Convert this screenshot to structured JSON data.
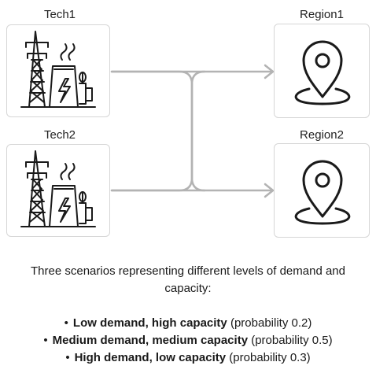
{
  "nodes": {
    "tech1": "Tech1",
    "tech2": "Tech2",
    "region1": "Region1",
    "region2": "Region2"
  },
  "icons": {
    "tech": "power-plant-icon",
    "region": "map-pin-icon"
  },
  "caption": "Three scenarios representing different levels of demand and capacity:",
  "scenarios": [
    {
      "name": "Low demand, high capacity",
      "prob": "(probability 0.2)"
    },
    {
      "name": "Medium demand, medium capacity",
      "prob": "(probability 0.5)"
    },
    {
      "name": "High demand, low capacity",
      "prob": "(probability 0.3)"
    }
  ],
  "colors": {
    "connector": "#b3b3b3",
    "icon": "#1a1a1a",
    "border": "#d6d6d6"
  }
}
